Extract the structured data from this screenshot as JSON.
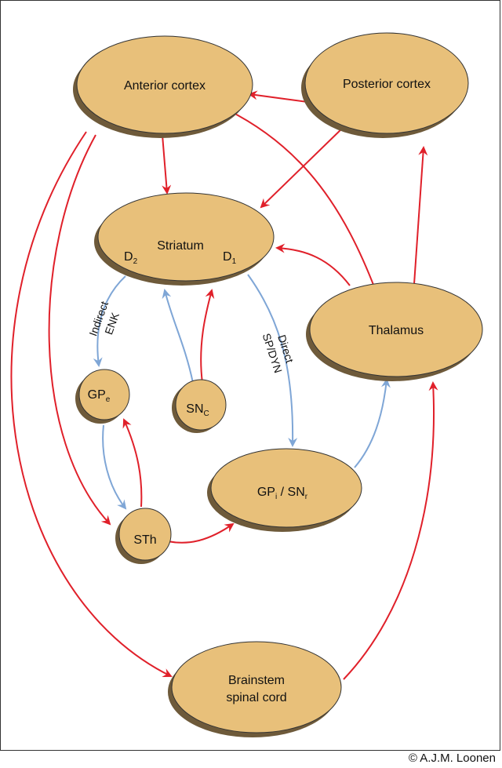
{
  "nodes": {
    "anterior_cortex": "Anterior cortex",
    "posterior_cortex": "Posterior cortex",
    "striatum": "Striatum",
    "d2": "D",
    "d2_sub": "2",
    "d1": "D",
    "d1_sub": "1",
    "thalamus": "Thalamus",
    "gpe": "GP",
    "gpe_sub": "e",
    "snc": "SN",
    "snc_sub": "C",
    "gpi_snr_a": "GP",
    "gpi_sub": "i",
    "gpi_snr_b": " / SN",
    "snr_sub": "r",
    "sth": "STh",
    "brainstem_line1": "Brainstem",
    "brainstem_line2": "spinal cord"
  },
  "edges": {
    "indirect_line1": "Indirect",
    "indirect_line2": "ENK",
    "direct_line1": "Direct",
    "direct_line2": "SP/DYN"
  },
  "colors": {
    "node_fill": "#e8c07a",
    "node_shadow": "#6e5a3a",
    "excitatory": "#e0202a",
    "inhibitory": "#7fa6d6"
  },
  "copyright": "© A.J.M. Loonen"
}
